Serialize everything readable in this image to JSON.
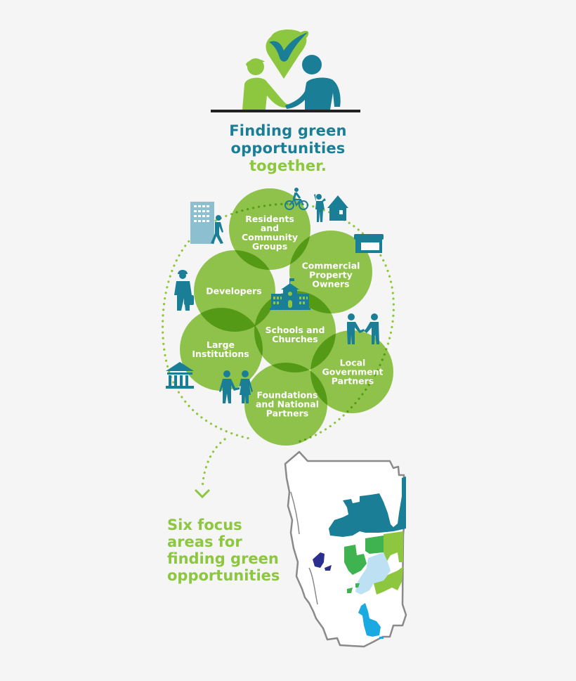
{
  "header": {
    "title_line1": "Finding green",
    "title_line2": "opportunities",
    "title_line3": "together."
  },
  "stakeholders": [
    {
      "label_lines": [
        "Residents",
        "and",
        "Community",
        "Groups"
      ],
      "icons": [
        "bicycle-icon",
        "person-waving-icon",
        "house-icon"
      ]
    },
    {
      "label_lines": [
        "Commercial",
        "Property",
        "Owners"
      ],
      "icons": [
        "storefront-icon"
      ]
    },
    {
      "label_lines": [
        "Developers"
      ],
      "icons": [
        "construction-worker-icon",
        "office-building-icon",
        "walking-person-icon"
      ]
    },
    {
      "label_lines": [
        "Schools and",
        "Churches"
      ],
      "icons": [
        "schoolhouse-icon"
      ]
    },
    {
      "label_lines": [
        "Large",
        "Institutions"
      ],
      "icons": [
        "institution-building-icon"
      ]
    },
    {
      "label_lines": [
        "Local",
        "Government",
        "Partners"
      ],
      "icons": [
        "handshake-people-icon"
      ]
    },
    {
      "label_lines": [
        "Foundations",
        "and National",
        "Partners"
      ],
      "icons": [
        "holding-hands-icon"
      ]
    }
  ],
  "footer": {
    "focus_line1": "Six focus",
    "focus_line2": "areas for",
    "focus_line3": "finding green",
    "focus_line4": "opportunities"
  },
  "colors": {
    "background": "#f5f5f5",
    "green": "#8dc63f",
    "dark_green": "#56a21e",
    "teal": "#1a7f96",
    "map_outline": "#8a8a8a",
    "focus_area_teal": "#1a7f96",
    "focus_area_green": "#3fb34f",
    "focus_area_lime": "#8dc63f",
    "focus_area_light_blue": "#bde0f3",
    "focus_area_navy": "#2b2f8f",
    "focus_area_sky": "#1aa9e1"
  }
}
